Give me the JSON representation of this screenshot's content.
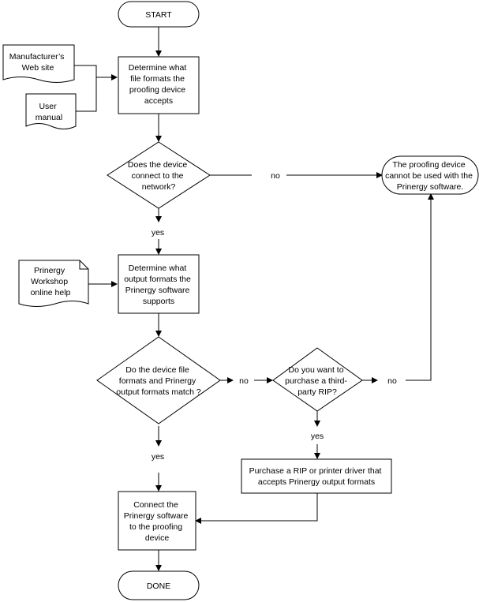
{
  "start": "START",
  "done": "DONE",
  "manufacturer_site": [
    "Manufacturer’s",
    "Web site"
  ],
  "user_manual": [
    "User",
    "manual"
  ],
  "determine_file_formats": [
    "Determine what",
    "file formats the",
    "proofing device",
    "accepts"
  ],
  "network_question": [
    "Does the device",
    "connect to the",
    "network?"
  ],
  "no_1": "no",
  "cannot_use": [
    "The proofing device",
    "cannot be used with the",
    "Prinergy software."
  ],
  "yes_1": "yes",
  "prinergy_help": [
    "Prinergy",
    "Workshop",
    "online help"
  ],
  "determine_output_formats": [
    "Determine what",
    "output formats the",
    "Prinergy software",
    "supports"
  ],
  "match_question": [
    "Do the device file",
    "formats and Prinergy",
    "output formats match ?"
  ],
  "no_2": "no",
  "rip_question": [
    "Do you want to",
    "purchase a third-",
    "party RIP?"
  ],
  "no_3": "no",
  "yes_2": "yes",
  "yes_3": "yes",
  "purchase_rip": [
    "Purchase a RIP or printer driver that",
    "accepts Prinergy output formats"
  ],
  "connect": [
    "Connect the",
    "Prinergy software",
    "to the proofing",
    "device"
  ]
}
